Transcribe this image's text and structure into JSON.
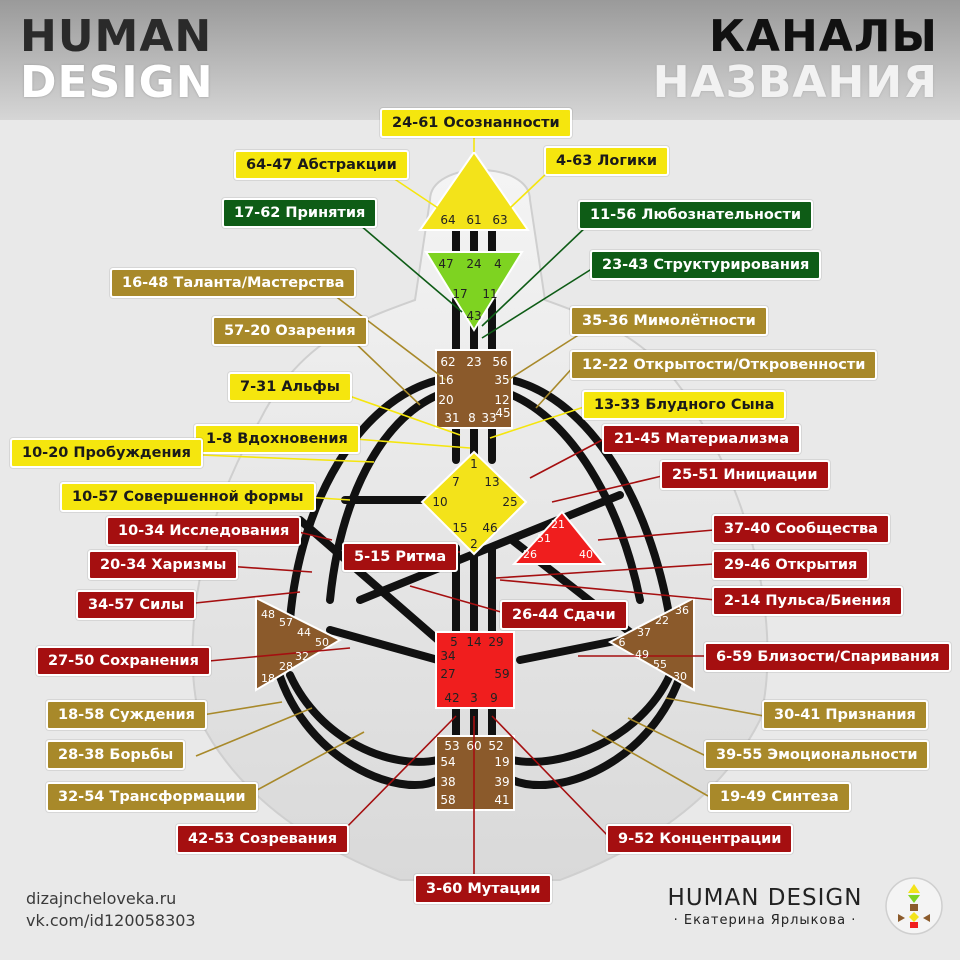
{
  "header": {
    "left_line1": "HUMAN",
    "left_line2": "DESIGN",
    "right_line1": "КАНАЛЫ",
    "right_line2": "НАЗВАНИЯ"
  },
  "colors": {
    "yellow": "#f5e60e",
    "green": "#0e5c16",
    "olive": "#a8892a",
    "red": "#a50f10",
    "center_yellow": "#f3e31a",
    "center_green": "#7ed321",
    "center_brown": "#8b5a2b",
    "center_red": "#f01e1e"
  },
  "gates": {
    "head": [
      "64",
      "61",
      "63"
    ],
    "ajna": [
      "47",
      "24",
      "4",
      "17",
      "11",
      "43"
    ],
    "throat": [
      "62",
      "23",
      "56",
      "16",
      "35",
      "20",
      "12",
      "31",
      "8",
      "33",
      "45"
    ],
    "g": [
      "1",
      "7",
      "13",
      "10",
      "25",
      "15",
      "46",
      "2"
    ],
    "ego": [
      "21",
      "51",
      "26",
      "40"
    ],
    "spleen": [
      "48",
      "57",
      "44",
      "50",
      "32",
      "28",
      "18"
    ],
    "solar": [
      "36",
      "22",
      "37",
      "6",
      "49",
      "55",
      "30"
    ],
    "sacral": [
      "5",
      "14",
      "29",
      "34",
      "27",
      "59",
      "42",
      "3",
      "9"
    ],
    "root": [
      "53",
      "60",
      "52",
      "54",
      "19",
      "38",
      "39",
      "58",
      "41"
    ]
  },
  "channels": [
    {
      "text": "24-61 Осознанности",
      "color": "yellow"
    },
    {
      "text": "64-47 Абстракции",
      "color": "yellow"
    },
    {
      "text": "4-63 Логики",
      "color": "yellow"
    },
    {
      "text": "17-62 Принятия",
      "color": "green"
    },
    {
      "text": "11-56 Любознательности",
      "color": "green"
    },
    {
      "text": "23-43 Структурирования",
      "color": "green"
    },
    {
      "text": "16-48 Таланта/Мастерства",
      "color": "olive"
    },
    {
      "text": "57-20 Озарения",
      "color": "olive"
    },
    {
      "text": "35-36 Мимолётности",
      "color": "olive"
    },
    {
      "text": "12-22 Открытости/Откровенности",
      "color": "olive"
    },
    {
      "text": "7-31 Альфы",
      "color": "yellow"
    },
    {
      "text": "13-33 Блудного Сына",
      "color": "yellow"
    },
    {
      "text": "1-8 Вдохновения",
      "color": "yellow"
    },
    {
      "text": "10-20 Пробуждения",
      "color": "yellow"
    },
    {
      "text": "21-45 Материализма",
      "color": "red"
    },
    {
      "text": "25-51 Инициации",
      "color": "red"
    },
    {
      "text": "10-57 Совершенной формы",
      "color": "yellow"
    },
    {
      "text": "10-34 Исследования",
      "color": "red"
    },
    {
      "text": "37-40 Сообщества",
      "color": "red"
    },
    {
      "text": "5-15 Ритма",
      "color": "red"
    },
    {
      "text": "20-34 Харизмы",
      "color": "red"
    },
    {
      "text": "29-46 Открытия",
      "color": "red"
    },
    {
      "text": "2-14 Пульса/Биения",
      "color": "red"
    },
    {
      "text": "34-57 Силы",
      "color": "red"
    },
    {
      "text": "26-44 Сдачи",
      "color": "red"
    },
    {
      "text": "27-50 Сохранения",
      "color": "red"
    },
    {
      "text": "6-59 Близости/Спаривания",
      "color": "red"
    },
    {
      "text": "18-58 Суждения",
      "color": "olive"
    },
    {
      "text": "30-41 Признания",
      "color": "olive"
    },
    {
      "text": "28-38 Борьбы",
      "color": "olive"
    },
    {
      "text": "39-55 Эмоциональности",
      "color": "olive"
    },
    {
      "text": "32-54 Трансформации",
      "color": "olive"
    },
    {
      "text": "19-49 Синтеза",
      "color": "olive"
    },
    {
      "text": "42-53 Созревания",
      "color": "red"
    },
    {
      "text": "9-52 Концентрации",
      "color": "red"
    },
    {
      "text": "3-60 Мутации",
      "color": "red"
    }
  ],
  "footer": {
    "site": "dizajncheloveka.ru",
    "vk": "vk.com/id120058303",
    "brand": "HUMAN DESIGN",
    "author": "· Екатерина Ярлыкова ·"
  }
}
